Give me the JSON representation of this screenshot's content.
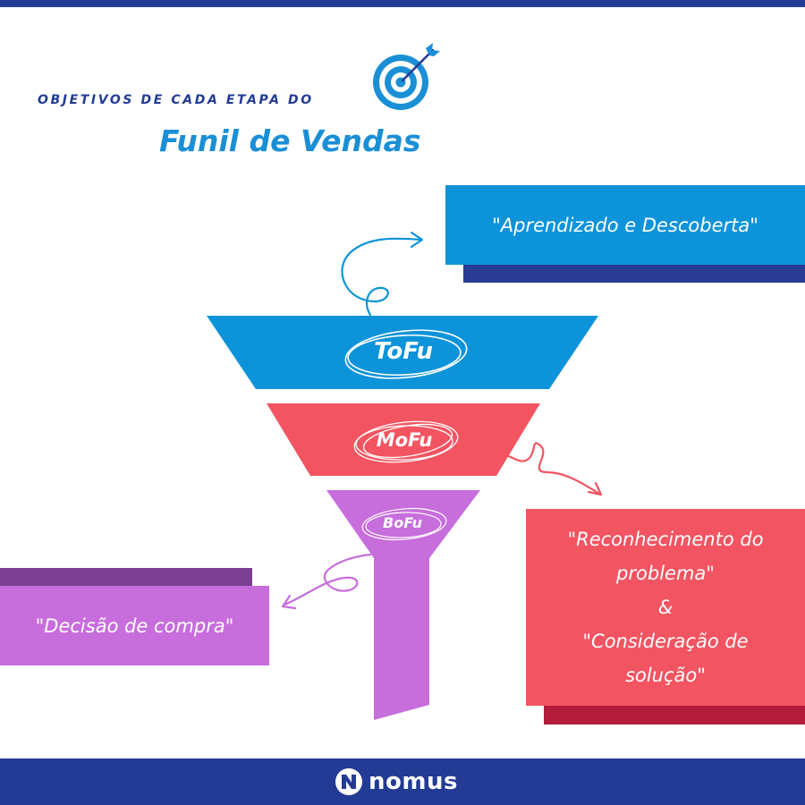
{
  "header": {
    "subtitle": "OBJETIVOS DE CADA ETAPA DO",
    "title": "Funil de Vendas",
    "icon": "target-icon"
  },
  "colors": {
    "navy": "#233b94",
    "blue": "#0d93d9",
    "red": "#f25461",
    "purple": "#c76ddc"
  },
  "stages": {
    "tofu": {
      "label": "ToFu",
      "objective": "\"Aprendizado e Descoberta\""
    },
    "mofu": {
      "label": "MoFu",
      "objective_lines": [
        "\"Reconhecimento do",
        "problema\"",
        "&",
        "\"Consideração de",
        "solução\""
      ]
    },
    "bofu": {
      "label": "BoFu",
      "objective": "\"Decisão de compra\""
    }
  },
  "footer": {
    "logo_text": "nomus",
    "logo_icon": "nomus-n-icon"
  }
}
